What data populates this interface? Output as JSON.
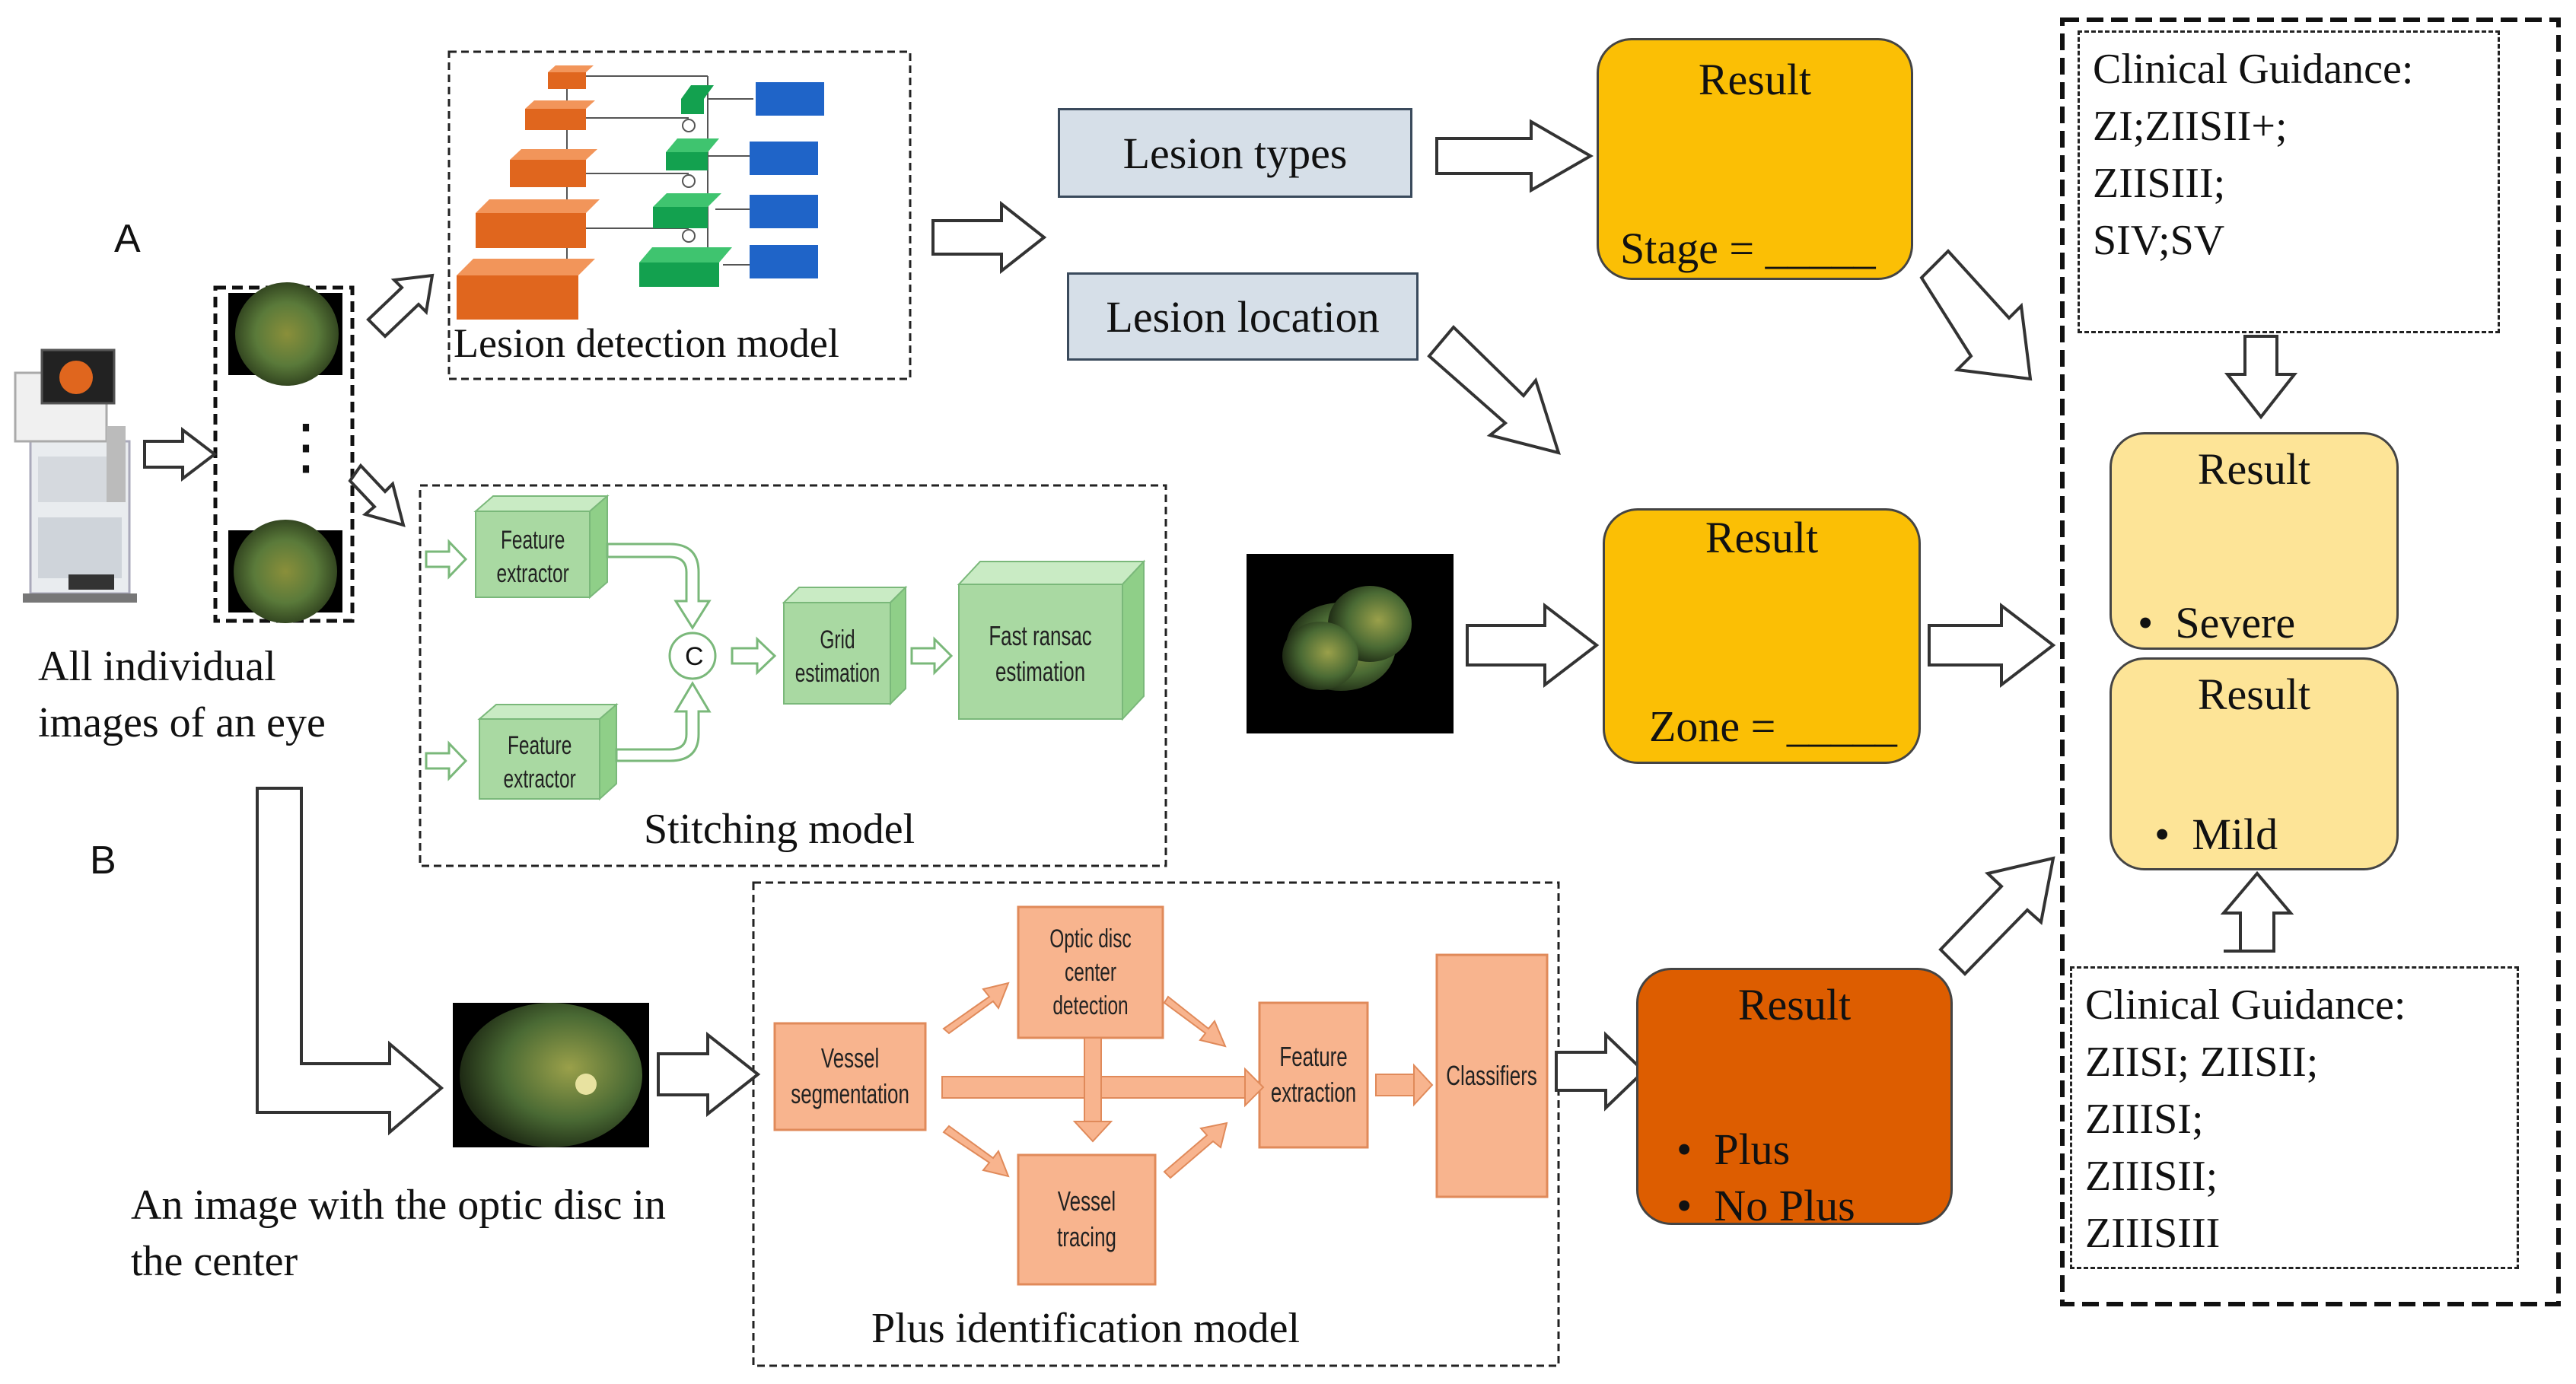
{
  "labels": {
    "section_a": "A",
    "section_b": "B",
    "all_images": [
      "All individual",
      "images of an eye"
    ],
    "optic_image": [
      "An image with the optic disc in",
      "the center"
    ],
    "ellipsis": "⋮"
  },
  "lesion_detection": {
    "title": "Lesion detection model"
  },
  "lesion_types": "Lesion types",
  "lesion_location": "Lesion location",
  "stitching": {
    "title": "Stitching model",
    "feature_extractor_top": [
      "Feature",
      "extractor"
    ],
    "feature_extractor_bottom": [
      "Feature",
      "extractor"
    ],
    "concat": "C",
    "grid": [
      "Grid",
      "estimation"
    ],
    "ransac": [
      "Fast ransac",
      "estimation"
    ]
  },
  "plus_model": {
    "title": "Plus identification model",
    "vessel_segmentation": [
      "Vessel",
      "segmentation"
    ],
    "optic_disc": [
      "Optic disc",
      "center detection"
    ],
    "vessel_tracing": "Vessel tracing",
    "feature_extraction": [
      "Feature",
      "extraction"
    ],
    "classifiers": "Classifiers"
  },
  "result_stage": {
    "title": "Result",
    "line": "Stage = _____"
  },
  "result_zone": {
    "title": "Result",
    "line": "Zone = _____"
  },
  "result_plus": {
    "title": "Result",
    "items": [
      "Plus",
      "No Plus"
    ]
  },
  "result_severe": {
    "title": "Result",
    "item": "Severe"
  },
  "result_mild": {
    "title": "Result",
    "item": "Mild"
  },
  "guidance_top": {
    "title": "Clinical Guidance:",
    "lines": [
      "ZI;ZIISII+;",
      "ZIISIII;",
      "SIV;SV"
    ]
  },
  "guidance_bottom": {
    "title": "Clinical Guidance:",
    "lines": [
      "ZIISI; ZIISII;",
      "ZIIISI;",
      "ZIIISII;",
      "ZIIISIII"
    ]
  },
  "colors": {
    "result_yellow": "#fbbf05",
    "result_orange": "#dd5d00",
    "result_light": "#fde497",
    "grey_box": "#d6dfe8",
    "green_box": "#a9d9a2",
    "salmon_box": "#f8b48e",
    "conv_orange": "#e0661e",
    "conv_green": "#13a14f",
    "conv_blue": "#1f64c8"
  }
}
